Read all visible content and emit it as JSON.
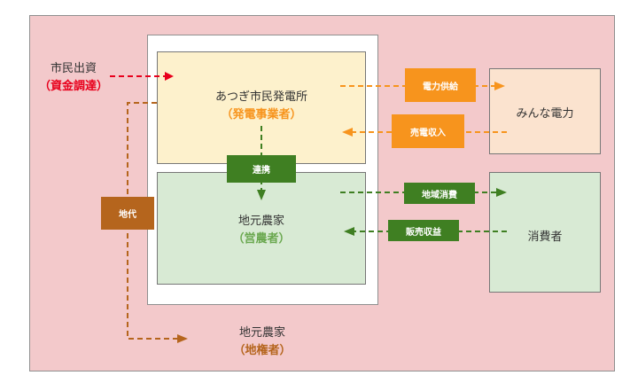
{
  "investment": {
    "label": "市民出資",
    "sub": "（資金調達）"
  },
  "plant": {
    "name": "あつぎ市民発電所",
    "role": "（発電事業者）"
  },
  "farm": {
    "name": "地元農家",
    "role": "（営農者）"
  },
  "landowner": {
    "name": "地元農家",
    "role": "（地権者）"
  },
  "minna": {
    "name": "みんな電力"
  },
  "consumer": {
    "name": "消費者"
  },
  "tags": {
    "supply": "電力供給",
    "revenue": "売電収入",
    "cooperation": "連携",
    "local": "地域消費",
    "sales": "販売収益",
    "rent": "地代"
  },
  "colors": {
    "background": "#f3c9cb",
    "plant_fill": "#fdf1cc",
    "farm_fill": "#d8ead4",
    "minna_fill": "#fbe3cf",
    "orange": "#f7941d",
    "green": "#3f7f22",
    "brown": "#b5651d",
    "red": "#e8001c"
  }
}
